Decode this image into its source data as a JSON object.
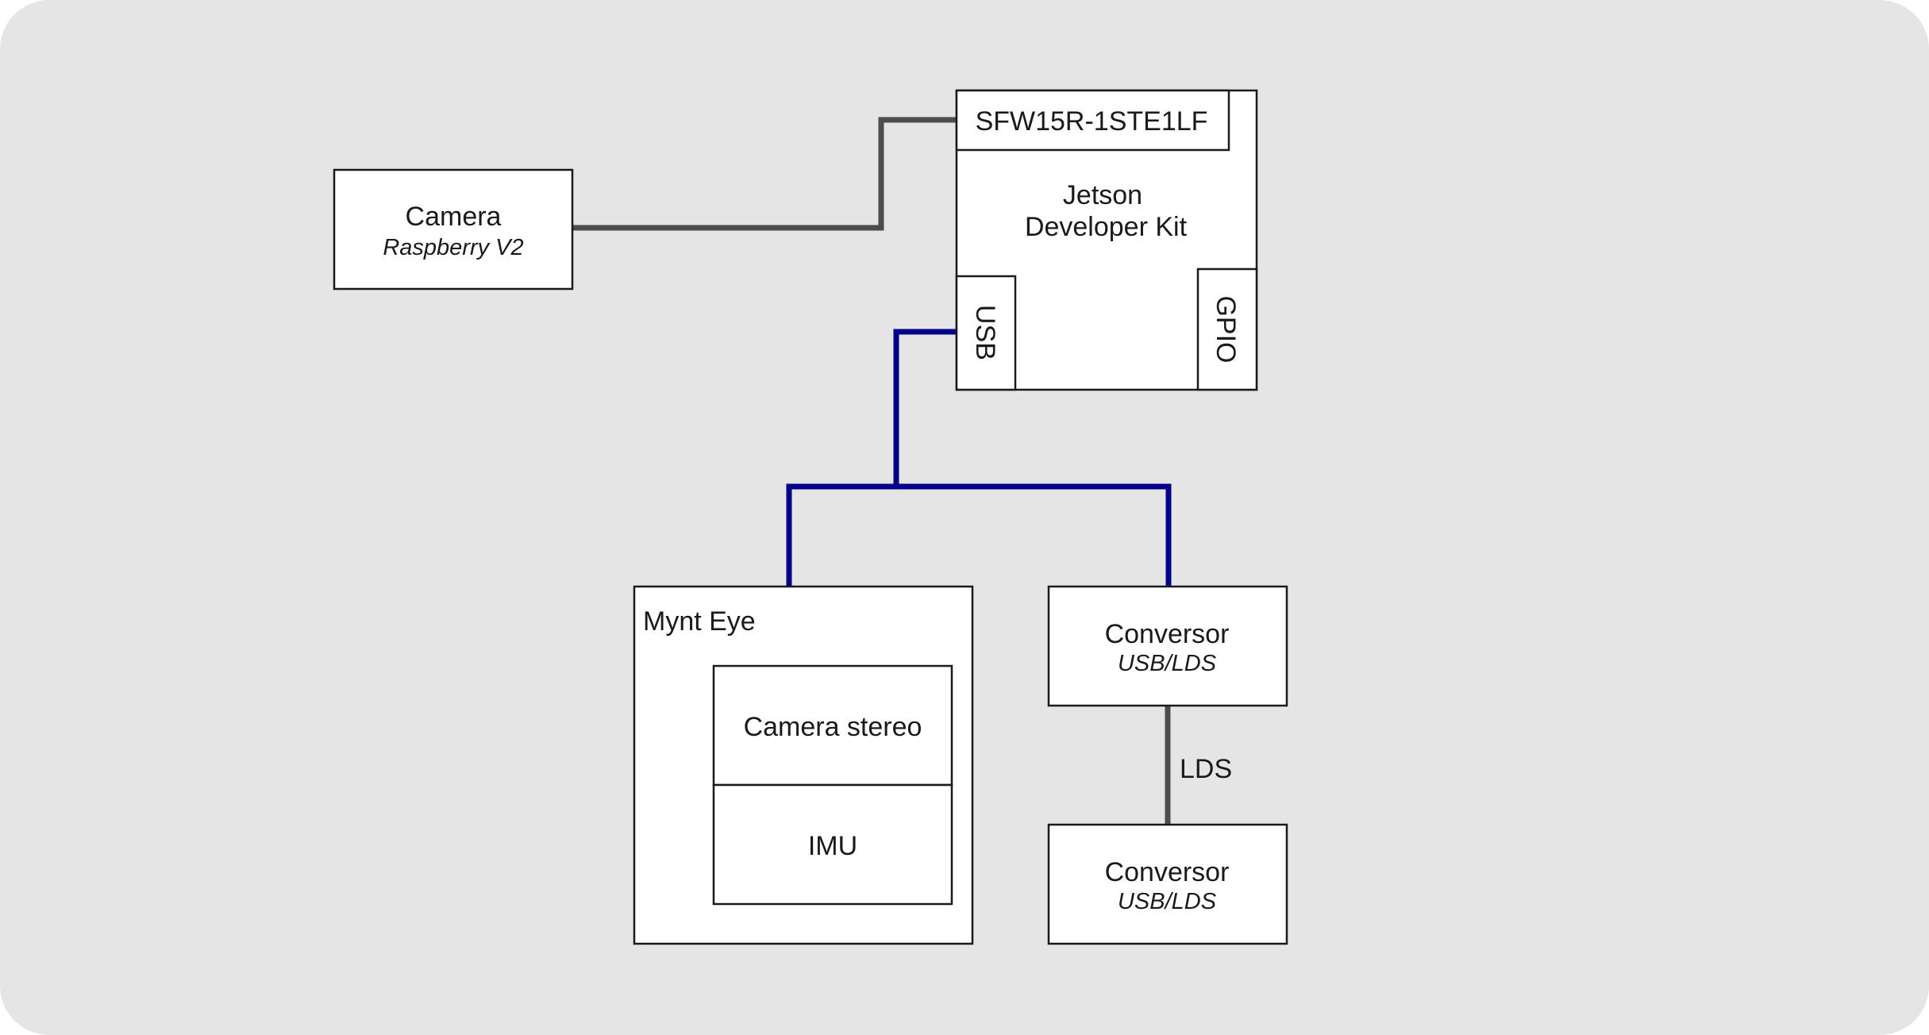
{
  "camera": {
    "title": "Camera",
    "subtitle": "Raspberry V2"
  },
  "jetson": {
    "connector": "SFW15R-1STE1LF",
    "title_line1": "Jetson",
    "title_line2": "Developer Kit",
    "usb_port": "USB",
    "gpio_port": "GPIO"
  },
  "mynt": {
    "title": "Mynt Eye",
    "camera_stereo": "Camera stereo",
    "imu": "IMU"
  },
  "conversor_top": {
    "title": "Conversor",
    "subtitle": "USB/LDS"
  },
  "conversor_bottom": {
    "title": "Conversor",
    "subtitle": "USB/LDS"
  },
  "lds_link": {
    "label": "LDS"
  },
  "colors": {
    "background": "#e5e5e5",
    "usb_link": "#00008b",
    "flat_cable": "#4d4d4d",
    "box_border": "#1a1a1a"
  }
}
